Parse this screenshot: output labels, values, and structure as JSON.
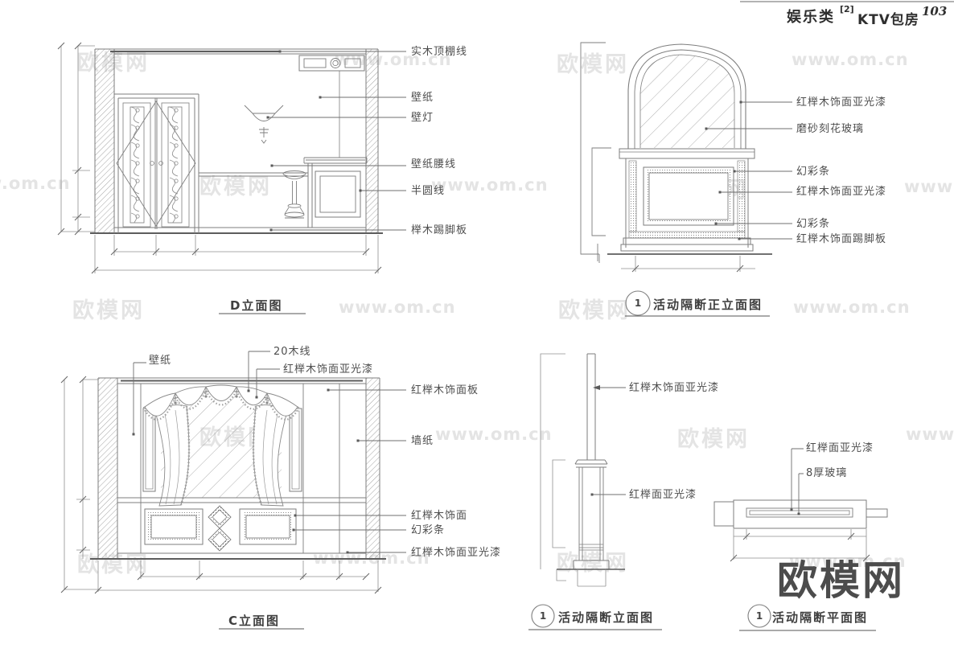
{
  "header": {
    "category": "娱乐类",
    "volume": "[2]",
    "room": "KTV包房",
    "page": "103"
  },
  "watermarks": {
    "logo": "欧模网",
    "site": "www.om.cn",
    "big": "欧模网"
  },
  "drawings": {
    "d_elevation": {
      "title": "D立面图",
      "labels": [
        "实木顶棚线",
        "壁纸",
        "壁灯",
        "壁纸腰线",
        "半圆线",
        "榉木踢脚板"
      ]
    },
    "partition_front": {
      "number": "1",
      "title": "活动隔断正立面图",
      "labels": [
        "红榉木饰面亚光漆",
        "磨砂刻花玻璃",
        "幻彩条",
        "红榉木饰面亚光漆",
        "幻彩条",
        "红榉木饰面踢脚板"
      ]
    },
    "c_elevation": {
      "title": "C立面图",
      "top_labels": [
        "壁纸",
        "20木线",
        "红榉木饰面亚光漆"
      ],
      "labels": [
        "红榉木饰面板",
        "墙纸",
        "红榉木饰面",
        "幻彩条",
        "红榉木饰面亚光漆"
      ]
    },
    "partition_side": {
      "number": "1",
      "title": "活动隔断立面图",
      "labels": [
        "红榉木饰面亚光漆",
        "红榉面亚光漆"
      ]
    },
    "partition_plan": {
      "number": "1",
      "title": "活动隔断平面图",
      "labels": [
        "红榉面亚光漆",
        "8厚玻璃"
      ]
    }
  },
  "colors": {
    "line": "#7e7e7e",
    "heavy_line": "#5d5d5d",
    "text": "#4e4e4e",
    "watermark_light": "#e4e4e4",
    "watermark_dark": "#4c4c4c"
  }
}
